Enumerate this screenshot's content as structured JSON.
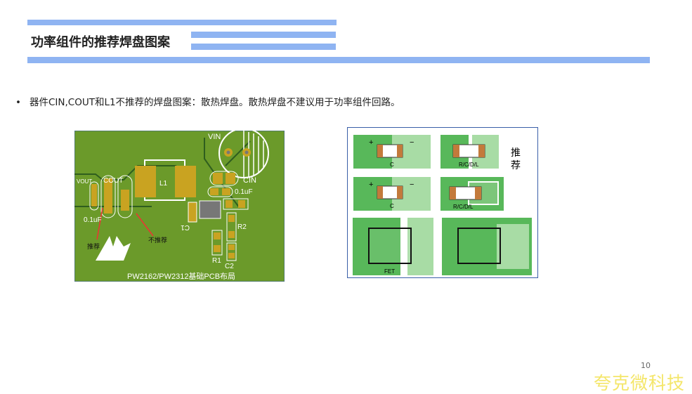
{
  "header": {
    "title": "功率组件的推荐焊盘图案"
  },
  "bullet": {
    "text": "器件CIN,COUT和L1不推荐的焊盘图案：散热焊盘。散热焊盘不建议用于功率组件回路。"
  },
  "pcb": {
    "vin": "VIN",
    "cin": "CIN",
    "cin_val": "0.1uF",
    "l1": "L1",
    "vout": "VOUT",
    "cout": "COUT",
    "cout_val": "0.1uF",
    "c1": "C1",
    "r1": "R1",
    "r2": "R2",
    "c2": "C2",
    "recommended": "推荐",
    "not_recommended": "不推荐",
    "caption": "PW2162/PW2312基础PCB布局"
  },
  "pads": {
    "c1": "C",
    "rcdl1": "R/C/D/L",
    "c2": "C",
    "rcdl2": "R/C/D/L",
    "fet": "FET",
    "plus": "+",
    "minus": "−",
    "side_label_1": "推",
    "side_label_2": "荐"
  },
  "footer": {
    "page": "10",
    "watermark": "夸克微科技"
  },
  "colors": {
    "accent_bar": "#8fb4f2",
    "pcb_green": "#6b9a2a",
    "pad_gold": "#c9a321"
  }
}
